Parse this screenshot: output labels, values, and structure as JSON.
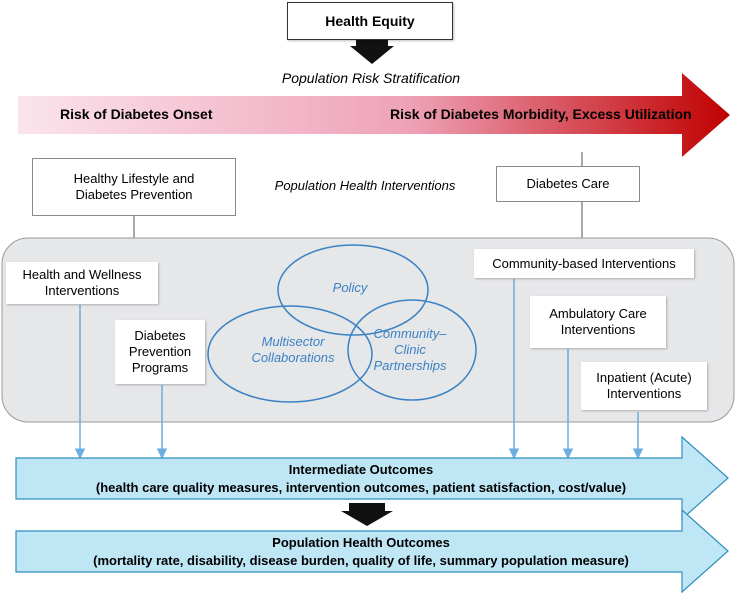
{
  "top": {
    "health_equity": "Health Equity",
    "risk_stratification": "Population Risk Stratification"
  },
  "risk_arrow": {
    "left_label": "Risk of Diabetes Onset",
    "right_label": "Risk of Diabetes Morbidity, Excess Utilization"
  },
  "interventions_row": {
    "left_box": "Healthy Lifestyle and Diabetes Prevention",
    "center_label": "Population Health Interventions",
    "right_box": "Diabetes Care"
  },
  "panel": {
    "health_wellness": "Health and Wellness Interventions",
    "dpp": "Diabetes Prevention Programs",
    "community_based": "Community-based Interventions",
    "ambulatory": "Ambulatory Care Interventions",
    "inpatient": "Inpatient (Acute) Interventions",
    "venn": {
      "policy": "Policy",
      "multisector": "Multisector Collaborations",
      "community_clinic": "Community–Clinic Partnerships"
    }
  },
  "outcomes": {
    "intermediate_title": "Intermediate Outcomes",
    "intermediate_detail": "(health care quality measures, intervention outcomes, patient satisfaction, cost/value)",
    "population_title": "Population Health Outcomes",
    "population_detail": "(mortality rate, disability, disease burden, quality of life, summary population measure)"
  },
  "colors": {
    "risk_start": "#fbe4ec",
    "risk_end": "#c00000",
    "outcome_fill": "#bfe6f5",
    "outcome_stroke": "#2f8fbf",
    "connector": "#6aaee0",
    "panel_fill": "#e6e7e8",
    "venn_stroke": "#3b82c4"
  }
}
